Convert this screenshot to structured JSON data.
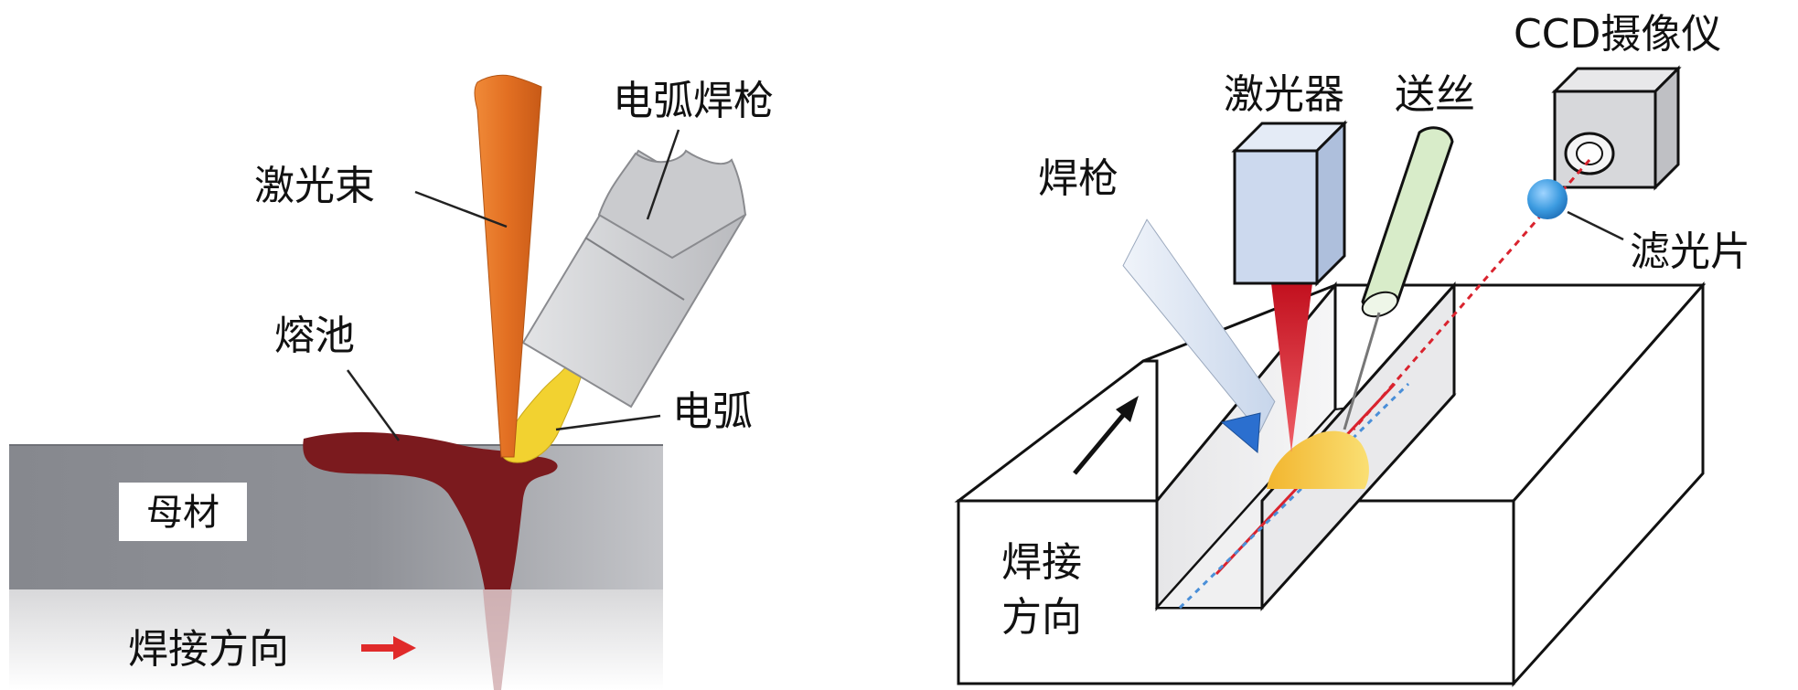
{
  "left_panel": {
    "laser_beam_label": "激光束",
    "arc_torch_label": "电弧焊枪",
    "molten_pool_label": "熔池",
    "arc_label": "电弧",
    "base_metal_label": "母材",
    "weld_direction_label": "焊接方向"
  },
  "right_panel": {
    "ccd_camera_label": "CCD摄像仪",
    "laser_label": "激光器",
    "wire_feed_label": "送丝",
    "torch_label": "焊枪",
    "filter_label": "滤光片",
    "weld_direction_line1": "焊接",
    "weld_direction_line2": "方向"
  },
  "colors": {
    "laser_orange": "#e8732a",
    "molten_pool": "#7b1a1e",
    "arc_yellow": "#f2d230",
    "plate_gray": "#8e9096",
    "torch_gray": "#cfd0d3",
    "laser_red": "#d9232e",
    "laser_box_blue": "#ccd9ee",
    "wire_green": "#d8ecc9",
    "filter_blue": "#3c9be0",
    "torch_tip_blue": "#2b6fcf",
    "direction_arrow_red": "#e02a2a"
  }
}
